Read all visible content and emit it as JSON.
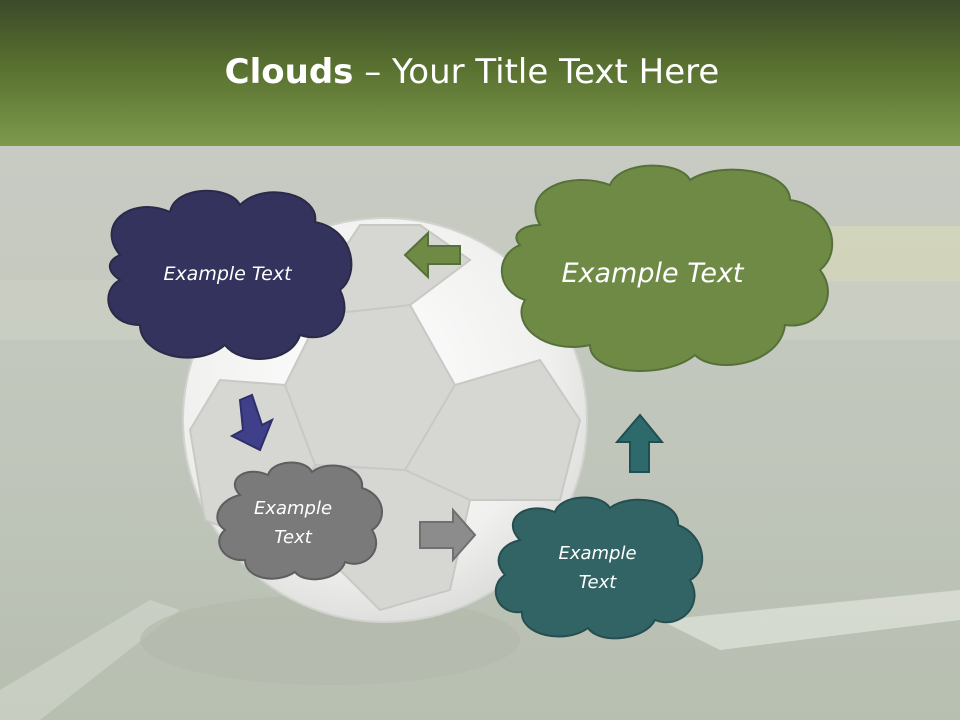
{
  "title": {
    "bold": "Clouds",
    "separator": " – ",
    "rest": "Your Title Text Here"
  },
  "clouds": [
    {
      "text": "Example Text",
      "color": "#33335e"
    },
    {
      "text": "Example Text",
      "color": "#6e8a45"
    },
    {
      "text_line1": "Example",
      "text_line2": "Text",
      "color": "#7a7a7a"
    },
    {
      "text_line1": "Example",
      "text_line2": "Text",
      "color": "#326466"
    }
  ],
  "arrows": [
    {
      "name": "left",
      "color": "#6e8a45"
    },
    {
      "name": "down",
      "color": "#3f3f8a"
    },
    {
      "name": "right",
      "color": "#8c8c8c"
    },
    {
      "name": "up",
      "color": "#2e6a6c"
    }
  ]
}
